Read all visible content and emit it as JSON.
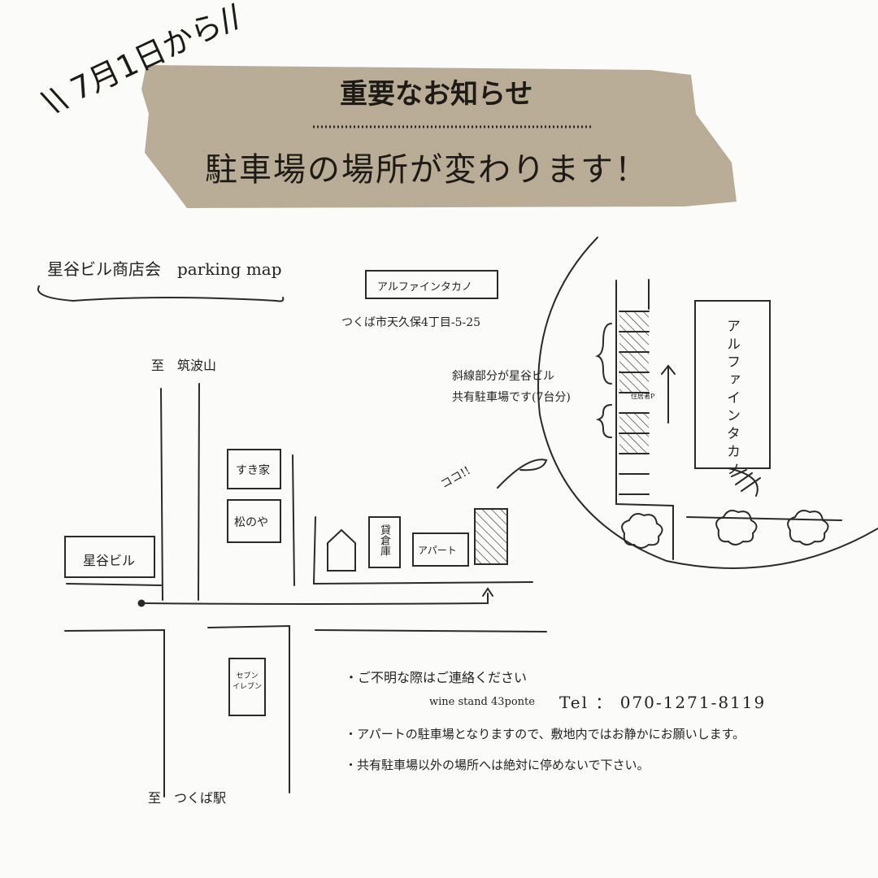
{
  "banner": {
    "date_note": "\\\\ 7月1日から//",
    "heading": "重要なお知らせ",
    "title": "駐車場の場所が変わります！"
  },
  "map": {
    "title": "星谷ビル商店会　parking map",
    "labels": {
      "north_dest": "至　筑波山",
      "south_dest": "至　つくば駅",
      "hoshiya_building": "星谷ビル",
      "sukiya": "すき家",
      "matsunoya": "松のや",
      "seven_eleven": "セブン イレブン",
      "rental_warehouse": "貸倉庫",
      "apartment": "アパート",
      "koko": "ココ!!",
      "alfine_sign": "アルファインタカノ",
      "alfine_address": "つくば市天久保4丁目-5-25",
      "alfine_building": "アルファインタカノ",
      "hatched_note_line1": "斜線部分が星谷ビル",
      "hatched_note_line2": "共有駐車場です(7台分)",
      "resident_parking": "住居者P"
    }
  },
  "notes": {
    "contact": "・ご不明な際はご連絡ください",
    "shop": "wine stand 43ponte",
    "tel": "Tel ： 070-1271-8119",
    "apartment_note": "・アパートの駐車場となりますので、敷地内ではお静かにお願いします。",
    "no_parking": "・共有駐車場以外の場所へは絶対に停めないで下さい。"
  },
  "colors": {
    "background": "#fbfbf9",
    "tape": "#b9ab93",
    "ink": "#222222"
  }
}
